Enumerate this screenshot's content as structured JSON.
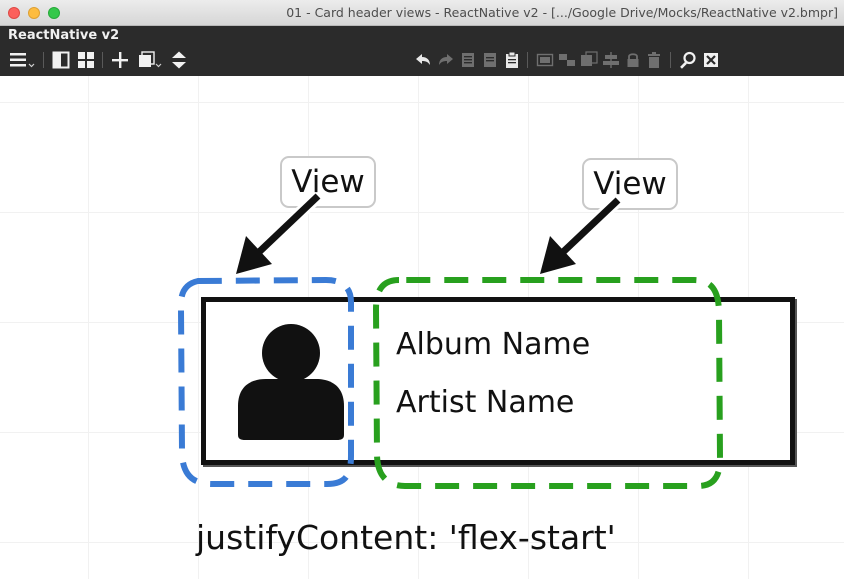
{
  "window": {
    "title": "01 - Card header views - ReactNative v2 - [.../Google Drive/Mocks/ReactNative v2.bmpr]"
  },
  "app": {
    "name": "ReactNative v2"
  },
  "toolbar": {
    "left_icons": [
      "menu-icon",
      "single-panel-icon",
      "grid-icon",
      "add-icon",
      "duplicate-icon",
      "reorder-icon"
    ],
    "right_icons": [
      "undo-icon",
      "redo-icon",
      "copy-icon",
      "paste-icon",
      "clipboard-icon",
      "group-icon",
      "ungroup-icon",
      "bring-front-icon",
      "align-icon",
      "lock-icon",
      "trash-icon",
      "search-icon",
      "clear-icon"
    ]
  },
  "mockup": {
    "callouts": [
      {
        "text": "View"
      },
      {
        "text": "View"
      }
    ],
    "card": {
      "title": "Album Name",
      "subtitle": "Artist Name"
    },
    "caption": "justifyContent: 'flex-start'",
    "colors": {
      "left_view_border": "#3a7bd5",
      "right_view_border": "#28a01e",
      "card_border": "#111111"
    }
  }
}
